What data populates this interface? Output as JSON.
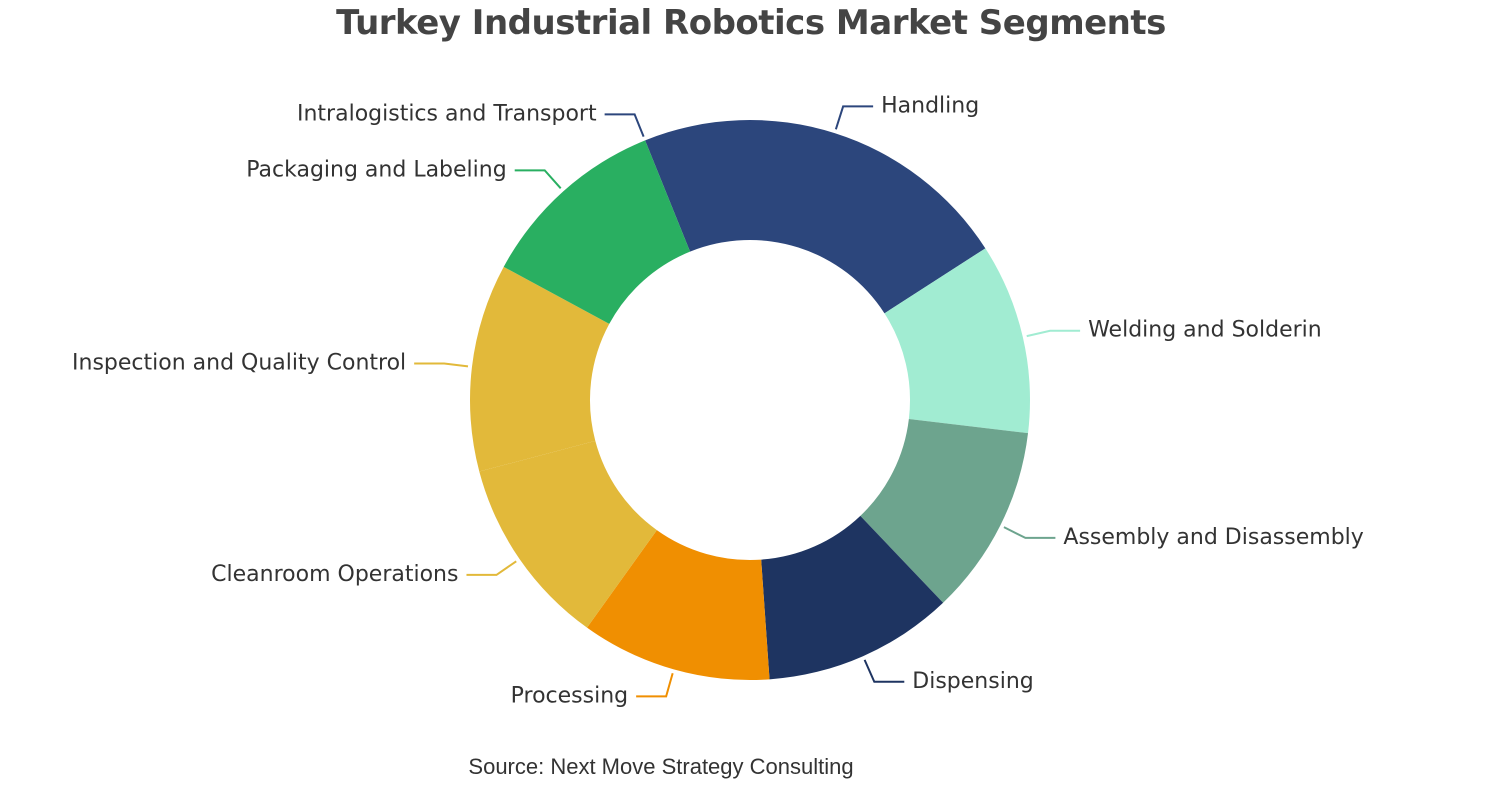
{
  "chart_data": {
    "type": "pie",
    "variant": "donut",
    "title": "Turkey Industrial Robotics Market Segments",
    "legend": "none",
    "slices": [
      {
        "label": "Handling",
        "value": 22,
        "color": "#2c467c"
      },
      {
        "label": "Welding and Solderin",
        "value": 11,
        "color": "#a1ecd2"
      },
      {
        "label": "Assembly and Disassembly",
        "value": 11,
        "color": "#6da48e"
      },
      {
        "label": "Dispensing",
        "value": 11,
        "color": "#1e3461"
      },
      {
        "label": "Processing",
        "value": 11,
        "color": "#f08f01"
      },
      {
        "label": "Cleanroom Operations",
        "value": 11,
        "color": "#e2b93a"
      },
      {
        "label": "Inspection and Quality Control",
        "value": 12,
        "color": "#e2b93a"
      },
      {
        "label": "Packaging and Labeling",
        "value": 11,
        "color": "#29af61"
      },
      {
        "label": "Intralogistics and Transport",
        "value": 0,
        "color": "#2c467c"
      }
    ]
  },
  "footer": {
    "source": "Source: Next Move Strategy Consulting"
  }
}
